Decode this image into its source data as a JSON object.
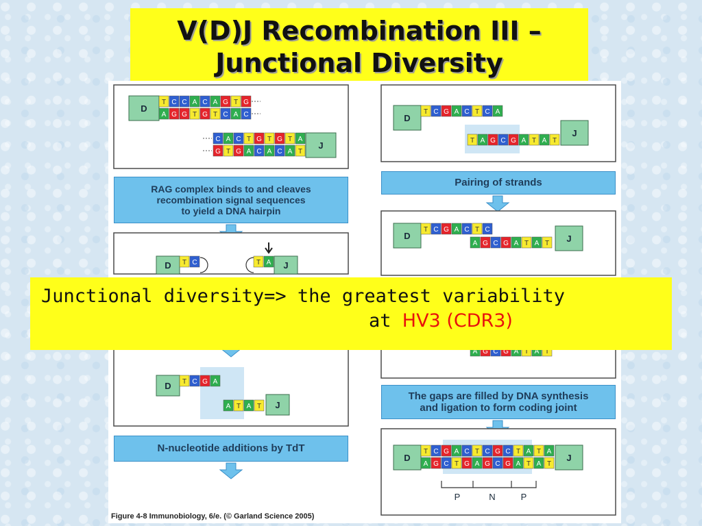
{
  "slide": {
    "title_line1": "V(D)J Recombination III –",
    "title_line2": "Junctional Diversity"
  },
  "figure": {
    "caption": "Figure 4-8  Immunobiology, 6/e. (© Garland Science 2005)",
    "segment_d": "D",
    "segment_j": "J",
    "steps": {
      "left1": [
        "RAG complex binds to and cleaves",
        "recombination signal sequences",
        "to yield a DNA hairpin"
      ],
      "left3": "N-nucleotide additions by TdT",
      "right1": "Pairing of strands",
      "right3": [
        "The gaps are filled by DNA synthesis",
        "and ligation to form coding joint"
      ]
    },
    "pn_labels": [
      "P",
      "N",
      "P"
    ],
    "sequences": {
      "l1_d_top": "TCCACAGTG",
      "l1_d_bot": "AGGTGTCAC",
      "l1_j_top": "CACTGTGTA",
      "l1_j_bot": "GTGACACAT",
      "l2_d": "TC",
      "l2_j": "TA",
      "l3_d": "TCGA",
      "l3_j": "ATAT",
      "r1_d": "TCGACTCA",
      "r1_j": "TAGCGATAT",
      "r2_d": "TCGACTC",
      "r2_j": "AGCGATAT",
      "r3_j": "AGCGATAT",
      "r4_top": "TCGACTCGCTATA",
      "r4_bot": "AGCTGAGCGATAT"
    }
  },
  "overlay": {
    "line1": "Junctional diversity=> the greatest variability",
    "line2_prefix": "at ",
    "highlight": "HV3 (CDR3)"
  },
  "colors": {
    "A": "#2fae4f",
    "C": "#2f5fd0",
    "G": "#e5242b",
    "T": "#f7ea2f",
    "segment": "#8fd3a8",
    "step": "#6ec1ec",
    "title_bg": "#ffff1a",
    "highlight": "#e8120c"
  }
}
